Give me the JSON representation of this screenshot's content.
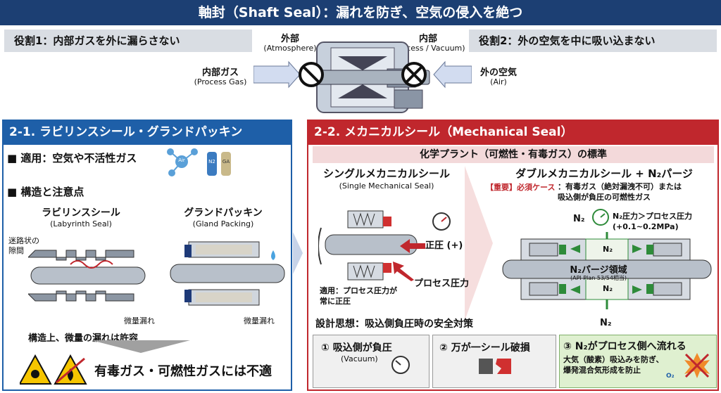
{
  "title": "軸封（Shaft Seal）：漏れを防ぎ、空気の侵入を絶つ",
  "top": {
    "role1": "役割1：内部ガスを外に漏らさない",
    "role2": "役割2：外の空気を中に吸い込まない",
    "outside_label": "外部",
    "outside_sub": "(Atmosphere)",
    "inside_label": "内部",
    "inside_sub": "(Process / Vacuum)",
    "gas_label": "内部ガス",
    "gas_sub": "(Process Gas)",
    "air_label": "外の空気",
    "air_sub": "(Air)"
  },
  "left": {
    "header": "2-1. ラビリンスシール・グランドパッキン",
    "apply": "■ 適用：空気や不活性ガス",
    "icon_air": "Air",
    "icon_n2": "N2",
    "icon_ga": "GA",
    "structure": "■ 構造と注意点",
    "lab_title": "ラビリンスシール",
    "lab_sub": "(Labyrinth Seal)",
    "lab_note": "迷路状の\n隙間",
    "lab_leak": "微量漏れ",
    "gland_title": "グランドパッキン",
    "gland_sub": "(Gland Packing)",
    "gland_leak": "微量漏れ",
    "allow": "構造上、微量の漏れは許容",
    "warning": "有毒ガス・可燃性ガスには不適"
  },
  "right": {
    "header": "2-2. メカニカルシール（Mechanical Seal）",
    "subhead": "化学プラント（可燃性・有毒ガス）の標準",
    "single_title": "シングルメカニカルシール",
    "single_sub": "(Single Mechanical Seal)",
    "positive": "正圧 (+)",
    "process_pressure": "プロセス圧力",
    "single_apply": "適用：プロセス圧力が\n常に正圧",
    "double_title": "ダブルメカニカルシール + N₂パージ",
    "important_tag": "【重要】必須ケース",
    "important_text": "：有毒ガス（絶対漏洩不可）または\n吸込側が負圧の可燃性ガス",
    "n2": "N₂",
    "n2_pressure": "N₂圧力＞プロセス圧力\n(+0.1~0.2MPa)",
    "purge_area": "N₂パージ領域",
    "api": "(API Plan 53/54相当)",
    "design": "設計思想：吸込側負圧時の安全対策",
    "step1": "① 吸込側が負圧",
    "step1_sub": "(Vacuum)",
    "step2": "② 万が一シール破損",
    "step3": "③ N₂がプロセス側へ流れる",
    "step3_text": "大気（酸素）吸込みを防ぎ、\n爆発混合気形成を防止",
    "o2": "O₂"
  },
  "colors": {
    "navy": "#1c3f73",
    "blue": "#1e5fa8",
    "red": "#c0272d",
    "green": "#2e8b3a"
  }
}
